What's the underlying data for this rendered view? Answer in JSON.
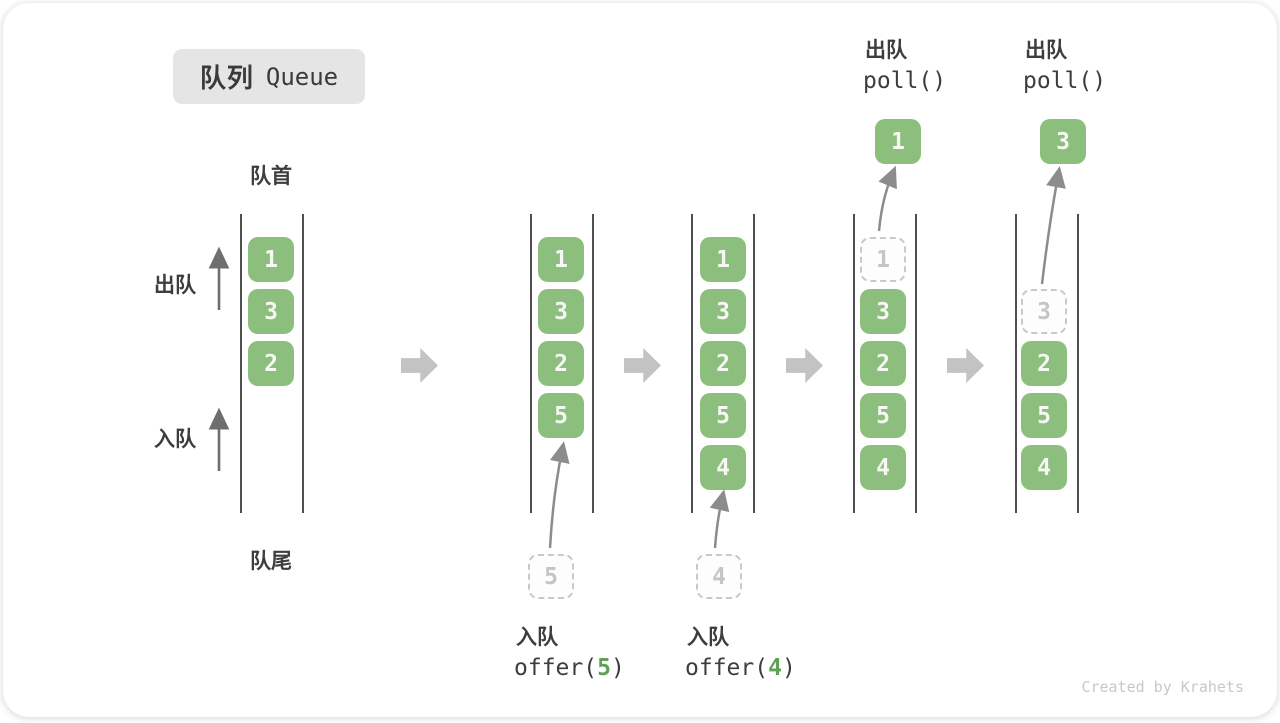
{
  "title": {
    "zh": "队列",
    "en": "Queue"
  },
  "side": {
    "front": "队首",
    "rear": "队尾",
    "dequeue": "出队",
    "enqueue": "入队"
  },
  "columns": [
    {
      "name": "state-initial",
      "slots": [
        "1",
        "3",
        "2"
      ]
    },
    {
      "name": "state-after-offer5",
      "slots": [
        "1",
        "3",
        "2",
        "5"
      ]
    },
    {
      "name": "state-after-offer4",
      "slots": [
        "1",
        "3",
        "2",
        "5",
        "4"
      ]
    },
    {
      "name": "state-after-poll1",
      "ghost": "1",
      "slots": [
        "3",
        "2",
        "5",
        "4"
      ],
      "out": "1"
    },
    {
      "name": "state-after-poll2",
      "ghost": "3",
      "slots": [
        "2",
        "5",
        "4"
      ],
      "out": "3"
    }
  ],
  "ops": {
    "enq5": {
      "label": "入队",
      "fn": "offer(",
      "arg": "5",
      "close": ")",
      "pending": "5"
    },
    "enq4": {
      "label": "入队",
      "fn": "offer(",
      "arg": "4",
      "close": ")",
      "pending": "4"
    },
    "poll1": {
      "label": "出队",
      "fn": "poll()"
    },
    "poll2": {
      "label": "出队",
      "fn": "poll()"
    }
  },
  "colors": {
    "element_green": "#8cbf7e",
    "element_text": "#f7f8f4",
    "code_arg_green": "#61a157",
    "ghost_border": "#c9c9c9",
    "column_line": "#4f4f4f",
    "step_arrow": "#c3c3c3",
    "thin_arrow": "#8c8c8c",
    "badge_bg": "#e5e5e5",
    "text_dark": "#3d3d3d",
    "watermark_gray": "#c8c8c8"
  },
  "watermark": "Created by Krahets"
}
